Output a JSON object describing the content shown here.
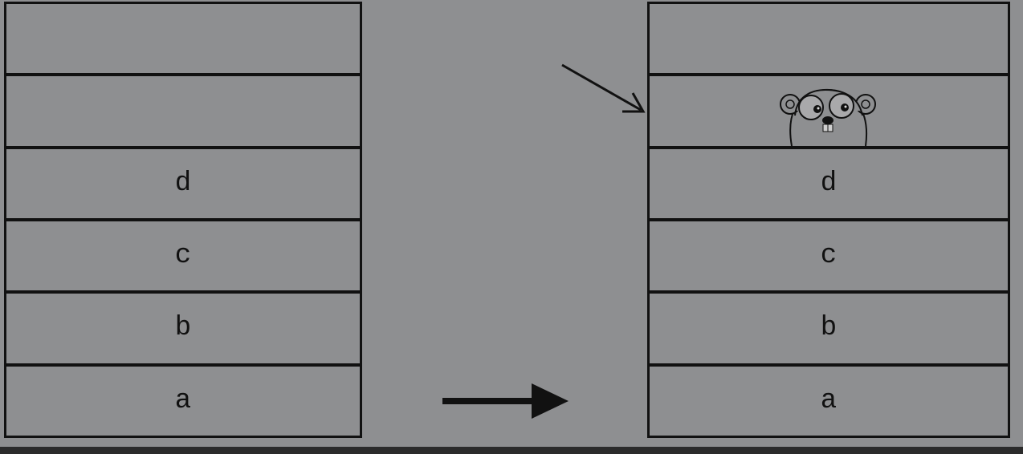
{
  "left_stack": {
    "cells": [
      "",
      "",
      "d",
      "c",
      "b",
      "a"
    ]
  },
  "right_stack": {
    "cells": [
      "",
      "",
      "d",
      "c",
      "b",
      "a"
    ],
    "gopher_cell_index": 1
  },
  "icons": {
    "gopher": "gopher-icon",
    "push_arrow": "right-arrow-icon",
    "pointer_arrow": "pointer-arrow-icon"
  },
  "colors": {
    "background": "#8e8f91",
    "line": "#111111"
  }
}
